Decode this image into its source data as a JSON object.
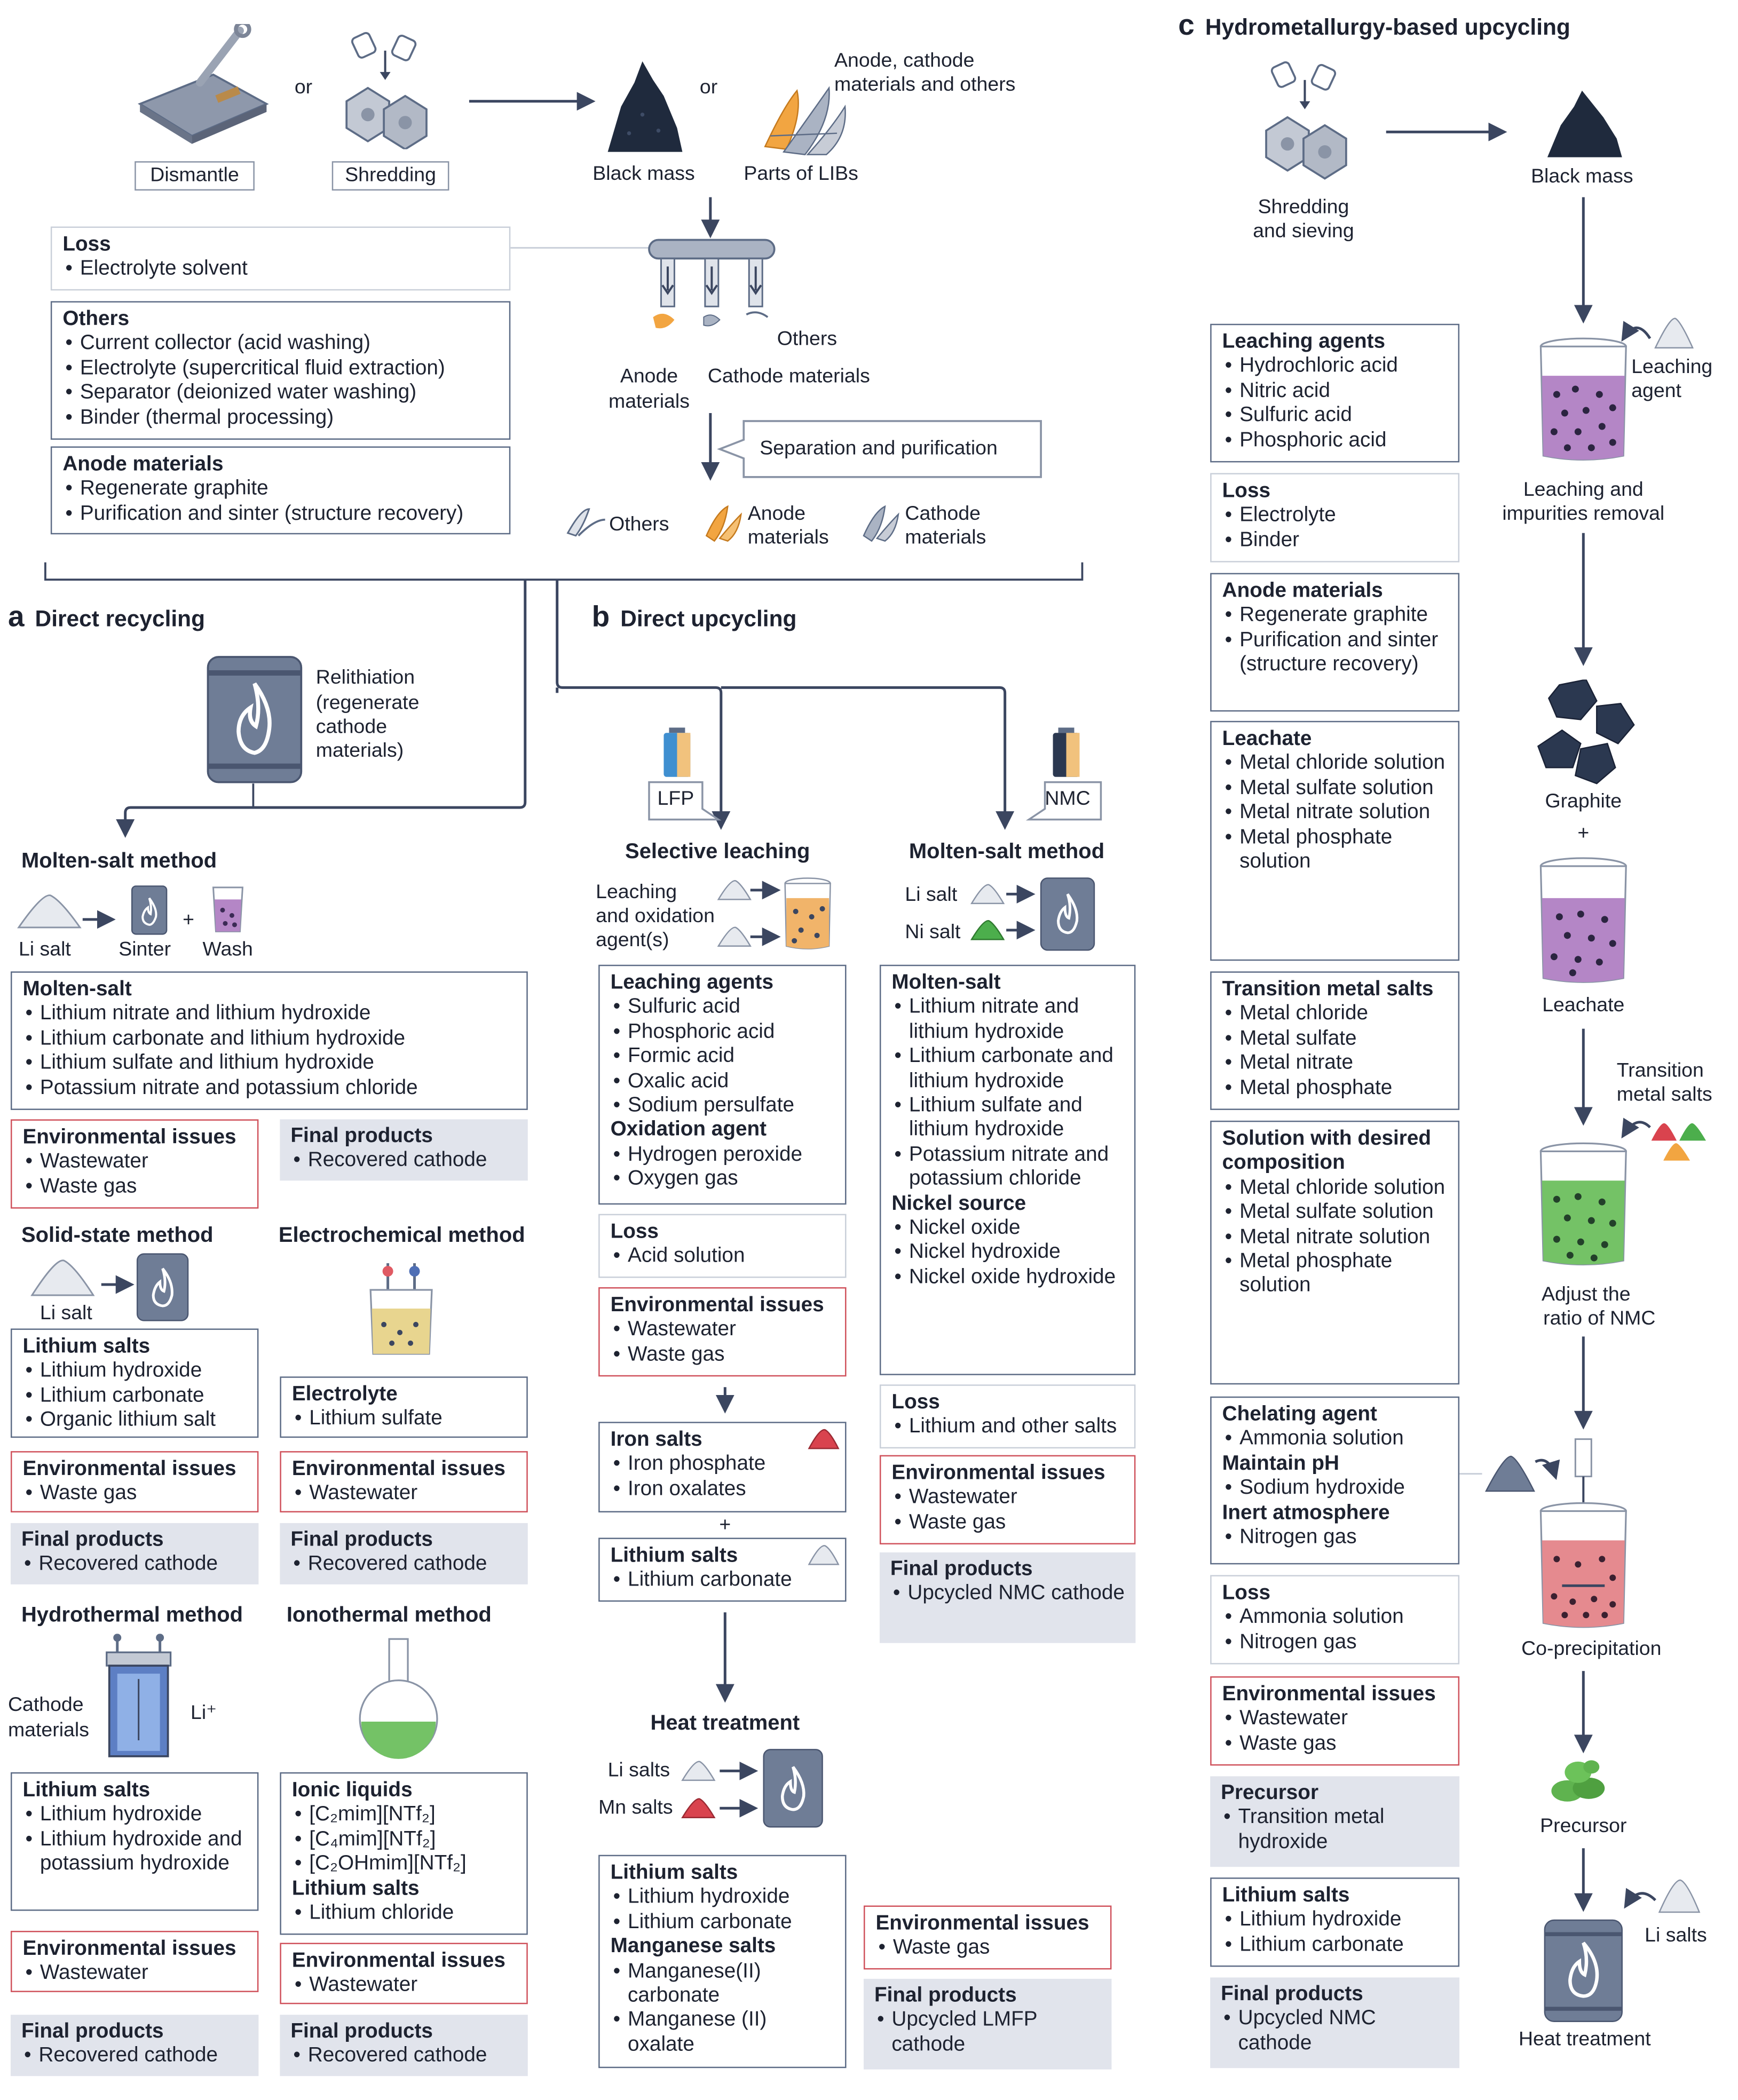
{
  "top": {
    "dismantle": "Dismantle",
    "or1": "or",
    "shredding": "Shredding",
    "black_mass": "Black mass",
    "or2": "or",
    "parts_of_libs": "Parts of LIBs",
    "anode_cathode_others": [
      "Anode, cathode",
      "materials and others"
    ],
    "others_label": "Others",
    "anode_materials": [
      "Anode",
      "materials"
    ],
    "cathode_materials": "Cathode materials",
    "separation": "Separation and purification",
    "out_others": "Others",
    "out_anode": [
      "Anode",
      "materials"
    ],
    "out_cathode": [
      "Cathode",
      "materials"
    ]
  },
  "top_boxes": {
    "loss": {
      "heading": "Loss",
      "items": [
        "Electrolyte solvent"
      ]
    },
    "others": {
      "heading": "Others",
      "items": [
        "Current collector (acid washing)",
        "Electrolyte (supercritical fluid extraction)",
        "Separator (deionized water washing)",
        "Binder (thermal processing)"
      ]
    },
    "anode": {
      "heading": "Anode materials",
      "items": [
        "Regenerate graphite",
        "Purification and sinter (structure recovery)"
      ]
    }
  },
  "panel_a": {
    "letter": "a",
    "title": "Direct recycling",
    "relithiation": [
      "Relithiation",
      "(regenerate",
      "cathode",
      "materials)"
    ],
    "molten_title": "Molten-salt method",
    "li_salt": "Li salt",
    "sinter": "Sinter",
    "plus": "+",
    "wash": "Wash",
    "molten_box": {
      "heading": "Molten-salt",
      "items": [
        "Lithium nitrate and lithium hydroxide",
        "Lithium carbonate and lithium hydroxide",
        "Lithium sulfate and lithium hydroxide",
        "Potassium nitrate  and potassium chloride"
      ]
    },
    "env1": {
      "heading": "Environmental issues",
      "items": [
        "Wastewater",
        "Waste gas"
      ]
    },
    "final1": {
      "heading": "Final products",
      "items": [
        "Recovered cathode"
      ]
    },
    "solid_title": "Solid-state method",
    "solid_li_salt": "Li salt",
    "solid_box": {
      "heading": "Lithium salts",
      "items": [
        "Lithium hydroxide",
        "Lithium carbonate",
        "Organic lithium salt"
      ]
    },
    "solid_env": {
      "heading": "Environmental issues",
      "items": [
        "Waste gas"
      ]
    },
    "solid_final": {
      "heading": "Final products",
      "items": [
        "Recovered cathode"
      ]
    },
    "electro_title": "Electrochemical method",
    "electro_box": {
      "heading": "Electrolyte",
      "items": [
        "Lithium sulfate"
      ]
    },
    "electro_env": {
      "heading": "Environmental issues",
      "items": [
        "Wastewater"
      ]
    },
    "electro_final": {
      "heading": "Final products",
      "items": [
        "Recovered cathode"
      ]
    },
    "hydro_title": "Hydrothermal method",
    "cathode_materials": [
      "Cathode",
      "materials"
    ],
    "li_plus": "Li⁺",
    "hydro_box": {
      "heading": "Lithium salts",
      "items": [
        "Lithium hydroxide",
        "Lithium hydroxide and potassium hydroxide"
      ]
    },
    "hydro_env": {
      "heading": "Environmental issues",
      "items": [
        "Wastewater"
      ]
    },
    "hydro_final": {
      "heading": "Final products",
      "items": [
        "Recovered cathode"
      ]
    },
    "iono_title": "Ionothermal method",
    "iono_box": {
      "heading": "Ionic liquids",
      "items": [
        "[C₂mim][NTf₂]",
        "[C₄mim][NTf₂]",
        "[C₂OHmim][NTf₂]"
      ],
      "heading2": "Lithium salts",
      "items2": [
        "Lithium chloride"
      ]
    },
    "iono_env": {
      "heading": "Environmental issues",
      "items": [
        "Wastewater"
      ]
    },
    "iono_final": {
      "heading": "Final products",
      "items": [
        "Recovered cathode"
      ]
    }
  },
  "panel_b": {
    "letter": "b",
    "title": "Direct upcycling",
    "lfp": "LFP",
    "nmc": "NMC",
    "sel_title": "Selective leaching",
    "leach_label": [
      "Leaching",
      "and oxidation",
      "agent(s)"
    ],
    "leach_box": {
      "heading": "Leaching agents",
      "items": [
        "Sulfuric acid",
        "Phosphoric acid",
        "Formic acid",
        "Oxalic acid",
        "Sodium persulfate"
      ],
      "heading2": "Oxidation agent",
      "items2": [
        "Hydrogen peroxide",
        "Oxygen gas"
      ]
    },
    "leach_loss": {
      "heading": "Loss",
      "items": [
        "Acid solution"
      ]
    },
    "leach_env": {
      "heading": "Environmental issues",
      "items": [
        "Wastewater",
        "Waste gas"
      ]
    },
    "iron_box": {
      "heading": "Iron salts",
      "items": [
        "Iron phosphate",
        "Iron oxalates"
      ]
    },
    "plus": "+",
    "lithium_box": {
      "heading": "Lithium salts",
      "items": [
        "Lithium carbonate"
      ]
    },
    "heat_title": "Heat treatment",
    "heat_li": "Li salts",
    "heat_mn": "Mn salts",
    "heat_box": {
      "heading": "Lithium salts",
      "items": [
        "Lithium hydroxide",
        "Lithium carbonate"
      ],
      "heading2": "Manganese salts",
      "items2": [
        "Manganese(II) carbonate",
        "Manganese (II) oxalate"
      ]
    },
    "heat_env": {
      "heading": "Environmental issues",
      "items": [
        "Waste gas"
      ]
    },
    "heat_final": {
      "heading": "Final products",
      "items": [
        "Upcycled LMFP cathode"
      ]
    },
    "molten_title": "Molten-salt method",
    "li_salt": "Li salt",
    "ni_salt": "Ni salt",
    "molten_box": {
      "heading": "Molten-salt",
      "items": [
        "Lithium nitrate and lithium hydroxide",
        "Lithium carbonate and lithium hydroxide",
        "Lithium sulfate and lithium hydroxide",
        "Potassium nitrate and potassium chloride"
      ],
      "heading2": "Nickel source",
      "items2": [
        "Nickel oxide",
        "Nickel hydroxide",
        "Nickel oxide hydroxide"
      ]
    },
    "molten_loss": {
      "heading": "Loss",
      "items": [
        "Lithium and other salts"
      ]
    },
    "molten_env": {
      "heading": "Environmental issues",
      "items": [
        "Wastewater",
        "Waste gas"
      ]
    },
    "molten_final": {
      "heading": "Final products",
      "items": [
        "Upcycled NMC cathode"
      ]
    }
  },
  "panel_c": {
    "letter": "c",
    "title": "Hydrometallurgy-based upcycling",
    "shredding": [
      "Shredding",
      "and sieving"
    ],
    "black_mass": "Black mass",
    "leaching_agent": [
      "Leaching",
      "agent"
    ],
    "leaching_removal": [
      "Leaching and",
      "impurities removal"
    ],
    "graphite": "Graphite",
    "plus": "+",
    "leachate": "Leachate",
    "transition": [
      "Transition",
      "metal salts"
    ],
    "adjust": [
      "Adjust the",
      "ratio of NMC"
    ],
    "coprec": "Co-precipitation",
    "precursor": "Precursor",
    "li_salts": "Li salts",
    "heat": "Heat treatment",
    "boxes": {
      "leaching": {
        "heading": "Leaching agents",
        "items": [
          "Hydrochloric acid",
          "Nitric acid",
          "Sulfuric acid",
          "Phosphoric acid"
        ]
      },
      "loss1": {
        "heading": "Loss",
        "items": [
          "Electrolyte",
          "Binder"
        ]
      },
      "anode": {
        "heading": "Anode materials",
        "items": [
          "Regenerate graphite",
          "Purification and sinter (structure recovery)"
        ]
      },
      "leachate": {
        "heading": "Leachate",
        "items": [
          "Metal chloride solution",
          "Metal sulfate solution",
          "Metal nitrate solution",
          "Metal phosphate solution"
        ]
      },
      "tms": {
        "heading": "Transition metal salts",
        "items": [
          "Metal chloride",
          "Metal sulfate",
          "Metal nitrate",
          "Metal phosphate"
        ]
      },
      "solution": {
        "heading": "Solution with desired composition",
        "items": [
          "Metal chloride solution",
          "Metal sulfate solution",
          "Metal nitrate solution",
          "Metal phosphate solution"
        ]
      },
      "chelating": {
        "heading": "Chelating agent",
        "items": [
          "Ammonia solution"
        ],
        "heading2": "Maintain pH",
        "items2": [
          "Sodium hydroxide"
        ],
        "heading3": "Inert atmosphere",
        "items3": [
          "Nitrogen gas"
        ]
      },
      "loss2": {
        "heading": "Loss",
        "items": [
          "Ammonia solution",
          "Nitrogen gas"
        ]
      },
      "env": {
        "heading": "Environmental issues",
        "items": [
          "Wastewater",
          "Waste gas"
        ]
      },
      "precursor": {
        "heading": "Precursor",
        "items": [
          "Transition metal hydroxide"
        ]
      },
      "lithium": {
        "heading": "Lithium salts",
        "items": [
          "Lithium hydroxide",
          "Lithium carbonate"
        ]
      },
      "final": {
        "heading": "Final products",
        "items": [
          "Upcycled NMC cathode"
        ]
      }
    }
  },
  "colors": {
    "line": "#3b4660",
    "box_border": "#5d6c86",
    "red_border": "#d0525c",
    "grey_fill": "#e1e4ec",
    "furnace": "#6f7d96",
    "black_mass": "#1f2a3d",
    "leach_purple": "#b486c6",
    "green_solution": "#74c266",
    "red_solution": "#e58a8f"
  }
}
